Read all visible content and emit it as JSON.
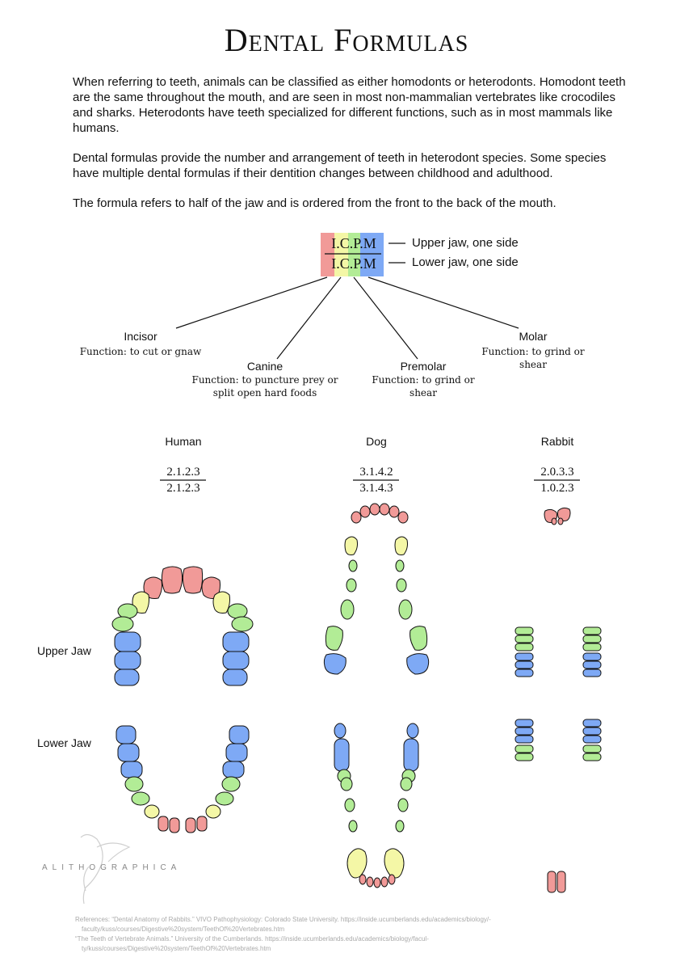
{
  "title": "Dental Formulas",
  "intro": [
    "When referring to teeth, animals can be classified as either homodonts or heterodonts. Homodont teeth are the same throughout the mouth, and are seen in most non-mammalian vertebrates like crocodiles and sharks. Heterodonts have teeth specialized for different functions, such as in most mammals like humans.",
    "Dental formulas provide the number and arrangement of teeth in heterodont species. Some species have multiple dental formulas if their dentition changes between childhood and adulthood.",
    "The formula refers to half of the jaw and is ordered from the front to the back of the mouth."
  ],
  "key": {
    "upper": "I.C.P.M",
    "lower": "I.C.P.M",
    "upper_label": "Upper jaw, one side",
    "lower_label": "Lower jaw, one side",
    "colors": {
      "incisor": "#f19a98",
      "canine": "#f4f7a6",
      "premolar": "#b2ec96",
      "molar": "#7ea9f5"
    },
    "types": [
      {
        "name": "Incisor",
        "function": "Function: to cut or gnaw"
      },
      {
        "name": "Canine",
        "function_line1": "Function: to puncture prey or",
        "function_line2": "split open hard foods"
      },
      {
        "name": "Premolar",
        "function": "Function: to grind or shear"
      },
      {
        "name": "Molar",
        "function": "Function: to grind or shear"
      }
    ]
  },
  "animals": [
    {
      "name": "Human",
      "upper": "2.1.2.3",
      "lower": "2.1.2.3"
    },
    {
      "name": "Dog",
      "upper": "3.1.4.2",
      "lower": "3.1.4.3"
    },
    {
      "name": "Rabbit",
      "upper": "2.0.3.3",
      "lower": "1.0.2.3"
    }
  ],
  "jaw_labels": {
    "upper": "Upper Jaw",
    "lower": "Lower Jaw"
  },
  "logo": "ALITHOGRAPHICA",
  "references": {
    "r1_line1": "References: “Dental Anatomy of Rabbits.” VIVO Pathophysiology: Colorado State University. https://inside.ucumberlands.edu/academics/biology/-",
    "r1_line2": "faculty/kuss/courses/Digestive%20system/TeethOf%20Vertebrates.htm",
    "r2_line1": "“The Teeth of Vertebrate Animals.” University of the Cumberlands. https://inside.ucumberlands.edu/academics/biology/facul-",
    "r2_line2": "ty/kuss/courses/Digestive%20system/TeethOf%20Vertebrates.htm"
  }
}
